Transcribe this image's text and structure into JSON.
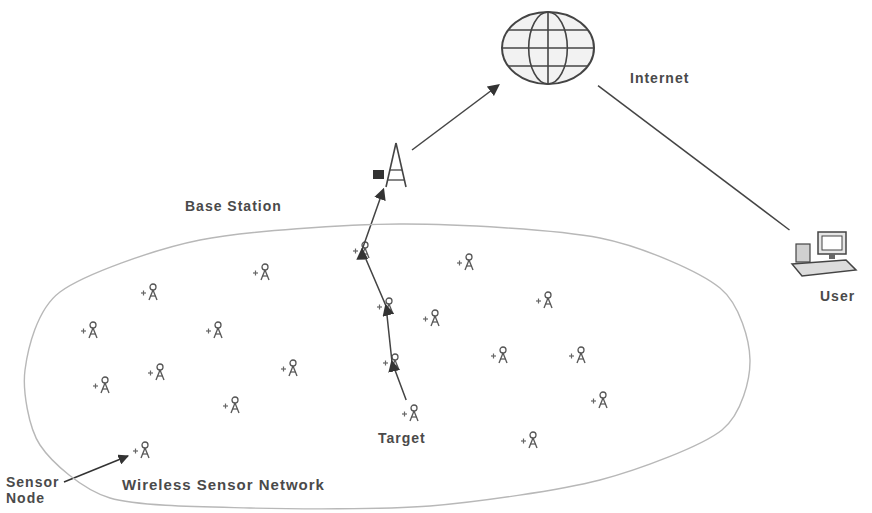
{
  "diagram": {
    "nodes": [
      {
        "text": [
          "Internet"
        ]
      },
      {
        "text": [
          "Base Station"
        ]
      },
      {
        "text": [
          "Wireless Sensor Network"
        ]
      },
      {
        "text": [
          "Target"
        ],
        "in": 2
      },
      {
        "text": [
          "User"
        ]
      }
    ],
    "edges": [
      {
        "from": 3,
        "to": 1,
        "arrow": "to"
      },
      {
        "from": 1,
        "to": 0,
        "arrow": "to"
      },
      {
        "from": 0,
        "to": 4,
        "arrow": "none"
      }
    ],
    "labels": [
      "Sensor Node"
    ]
  }
}
